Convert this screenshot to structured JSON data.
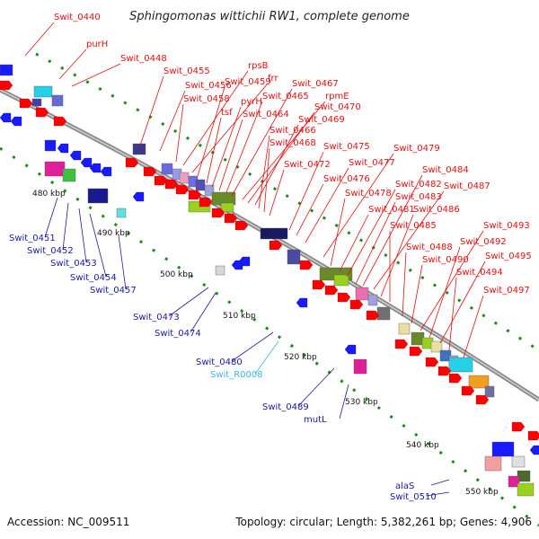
{
  "title": "Sphingomonas wittichii RW1, complete genome",
  "footer": {
    "accession": "Accession: NC_009511",
    "summary": "Topology: circular; Length: 5,382,261 bp; Genes: 4,906"
  },
  "colors": {
    "forward_label": "#e01010",
    "reverse_label": "#1a1aa0",
    "rna_label": "#3fb6e0",
    "backbone": "#8a8a8a",
    "dots": "#1f8a1f"
  },
  "forward_labels": [
    "Swit_0440",
    "purH",
    "Swit_0448",
    "Swit_0455",
    "Swit_0456",
    "Swit_0458",
    "rpsB",
    "frr",
    "Swit_0459",
    "tsf",
    "pyrH",
    "Swit_0464",
    "Swit_0465",
    "Swit_0467",
    "rpmE",
    "Swit_0470",
    "Swit_0469",
    "Swit_0466",
    "Swit_0468",
    "Swit_0472",
    "Swit_0475",
    "Swit_0476",
    "Swit_0477",
    "Swit_0479",
    "Swit_0478",
    "Swit_0481",
    "Swit_0482",
    "Swit_0483",
    "Swit_0484",
    "Swit_0487",
    "Swit_0486",
    "Swit_0485",
    "Swit_0488",
    "Swit_0490",
    "Swit_0493",
    "Swit_0492",
    "Swit_0495",
    "Swit_0494",
    "Swit_0497"
  ],
  "reverse_labels": [
    "Swit_0451",
    "Swit_0452",
    "Swit_0453",
    "Swit_0454",
    "Swit_0457",
    "Swit_0473",
    "Swit_0474",
    "Swit_0480",
    "Swit_0489",
    "mutL",
    "alaS",
    "Swit_0510"
  ],
  "rna_labels": [
    "Swit_R0008"
  ],
  "ticks": [
    "480 kbp",
    "490 kbp",
    "500 kbp",
    "510 kbp",
    "520 kbp",
    "530 kbp",
    "540 kbp",
    "550 kbp"
  ]
}
